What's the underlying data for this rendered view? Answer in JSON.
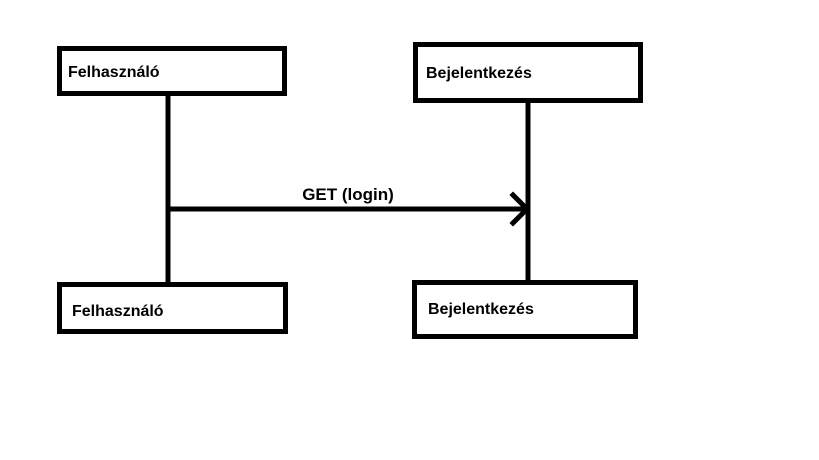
{
  "participants": [
    {
      "id": "user",
      "top_label": "Felhasználó",
      "bottom_label": "Felhasználó"
    },
    {
      "id": "login",
      "top_label": "Bejelentkezés",
      "bottom_label": "Bejelentkezés"
    }
  ],
  "messages": [
    {
      "from": "user",
      "to": "login",
      "label": "GET (login)",
      "arrow": "open"
    }
  ],
  "colors": {
    "line": "#000000",
    "box_fill": "#ffffff",
    "background": "#ffffff"
  }
}
